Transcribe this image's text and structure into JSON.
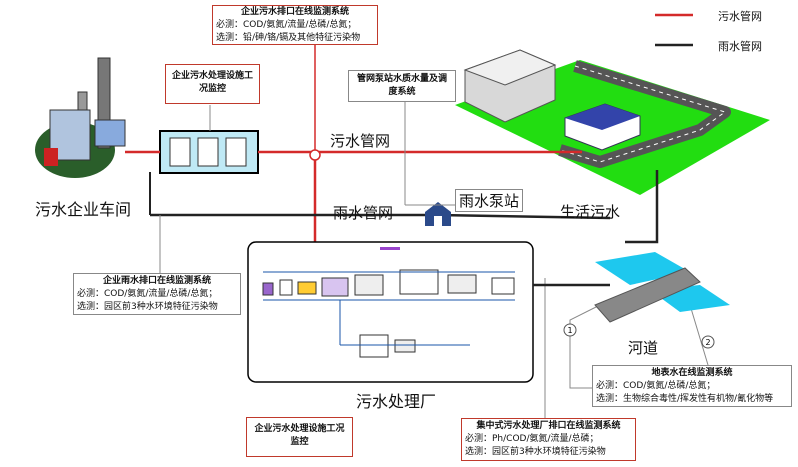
{
  "legend": {
    "sewage": "污水管网",
    "rain": "雨水管网"
  },
  "colors": {
    "sewage_line": "#d42a2a",
    "rain_line": "#222222",
    "box_border": "#c0392b",
    "gray_border": "#888888",
    "lawn": "#22dd11",
    "river": "#1ec8ee"
  },
  "labels": {
    "workshop": "污水企业车间",
    "sewage_network": "污水管网",
    "rain_network": "雨水管网",
    "rain_pump": "雨水泵站",
    "domestic": "生活污水",
    "river": "河道",
    "plant": "污水处理厂"
  },
  "boxes": {
    "discharge_monitor": {
      "title": "企业污水排口在线监测系统",
      "line1": "必测：COD/氨氮/流量/总磷/总氮；",
      "line2": "选测：铅/砷/铬/镉及其他特征污染物"
    },
    "facility_monitor_top": {
      "title": "企业污水处理设施工况监控"
    },
    "pump_station_monitor": {
      "title": "管网泵站水质水量及调度系统"
    },
    "rain_outlet_monitor": {
      "title": "企业雨水排口在线监测系统",
      "line1": "必测：COD/氨氮/流量/总磷/总氮；",
      "line2": "选测：园区前3种水环境特征污染物"
    },
    "surface_water_monitor": {
      "title": "地表水在线监测系统",
      "line1": "必测：COD/氨氮/总磷/总氮；",
      "line2": "选测：生物综合毒性/挥发性有机物/氰化物等"
    },
    "facility_monitor_bottom": {
      "title": "企业污水处理设施工况监控"
    },
    "central_outlet_monitor": {
      "title": "集中式污水处理厂排口在线监测系统",
      "line1": "必测：Ph/COD/氨氮/流量/总磷；",
      "line2": "选测：园区前3种水环境特征污染物"
    }
  },
  "markers": {
    "m1": "1",
    "m2": "2"
  }
}
